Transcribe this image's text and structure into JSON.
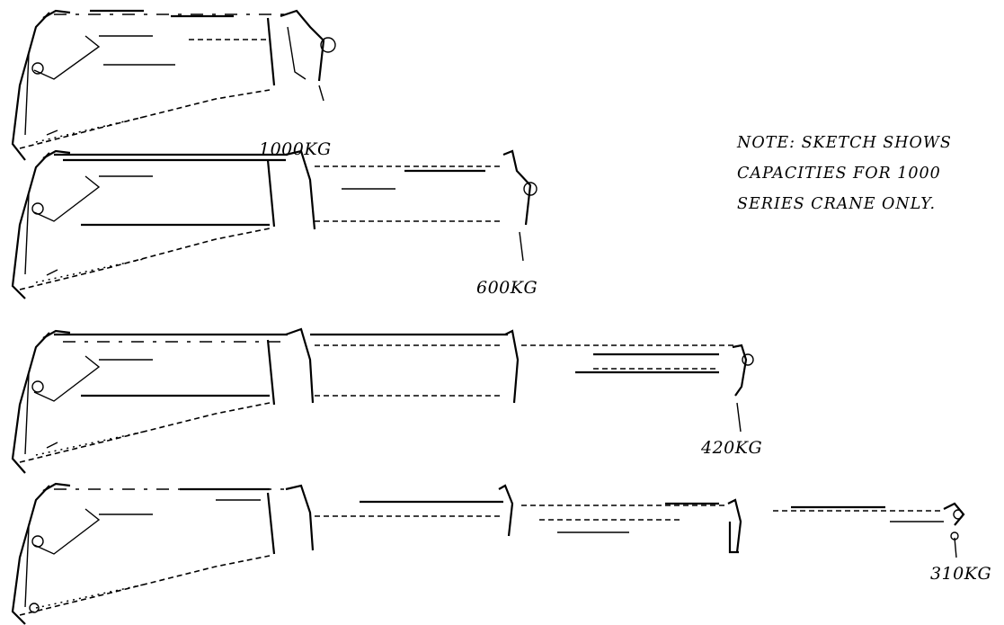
{
  "note": {
    "lines": [
      "NOTE: SKETCH SHOWS",
      "CAPACITIES FOR 1000",
      "SERIES CRANE ONLY."
    ]
  },
  "configurations": [
    {
      "capacity_label": "1000KG",
      "extensions": 0
    },
    {
      "capacity_label": "600KG",
      "extensions": 1
    },
    {
      "capacity_label": "420KG",
      "extensions": 2
    },
    {
      "capacity_label": "310KG",
      "extensions": 3
    }
  ]
}
